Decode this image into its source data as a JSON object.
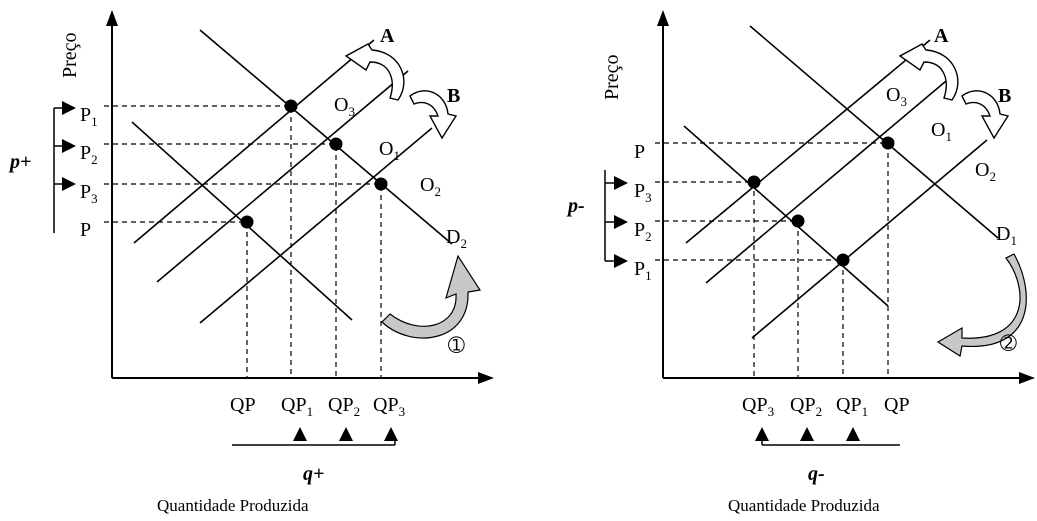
{
  "left": {
    "axis_y": "Preço",
    "axis_x": "Quantidade Produzida",
    "curves": {
      "O3": "O",
      "O3_sub": "3",
      "O1": "O",
      "O1_sub": "1",
      "O2": "O",
      "O2_sub": "2",
      "D": "D",
      "D_sub": "2"
    },
    "prices": [
      {
        "main": "P",
        "sub": "1"
      },
      {
        "main": "P",
        "sub": "2"
      },
      {
        "main": "P",
        "sub": "3"
      },
      {
        "main": "P",
        "sub": ""
      }
    ],
    "quantities": [
      {
        "main": "QP",
        "sub": ""
      },
      {
        "main": "QP",
        "sub": "1"
      },
      {
        "main": "QP",
        "sub": "2"
      },
      {
        "main": "QP",
        "sub": "3"
      }
    ],
    "shift_a": "A",
    "shift_b": "B",
    "price_effect": "p+",
    "qty_effect": "q+",
    "step": "➀"
  },
  "right": {
    "axis_y": "Preço",
    "axis_x": "Quantidade Produzida",
    "curves": {
      "O3": "O",
      "O3_sub": "3",
      "O1": "O",
      "O1_sub": "1",
      "O2": "O",
      "O2_sub": "2",
      "D": "D",
      "D_sub": "1"
    },
    "prices": [
      {
        "main": "P",
        "sub": ""
      },
      {
        "main": "P",
        "sub": "3"
      },
      {
        "main": "P",
        "sub": "2"
      },
      {
        "main": "P",
        "sub": "1"
      }
    ],
    "quantities": [
      {
        "main": "QP",
        "sub": "3"
      },
      {
        "main": "QP",
        "sub": "2"
      },
      {
        "main": "QP",
        "sub": "1"
      },
      {
        "main": "QP",
        "sub": ""
      }
    ],
    "shift_a": "A",
    "shift_b": "B",
    "price_effect": "p-",
    "qty_effect": "q-",
    "step": "➁"
  }
}
